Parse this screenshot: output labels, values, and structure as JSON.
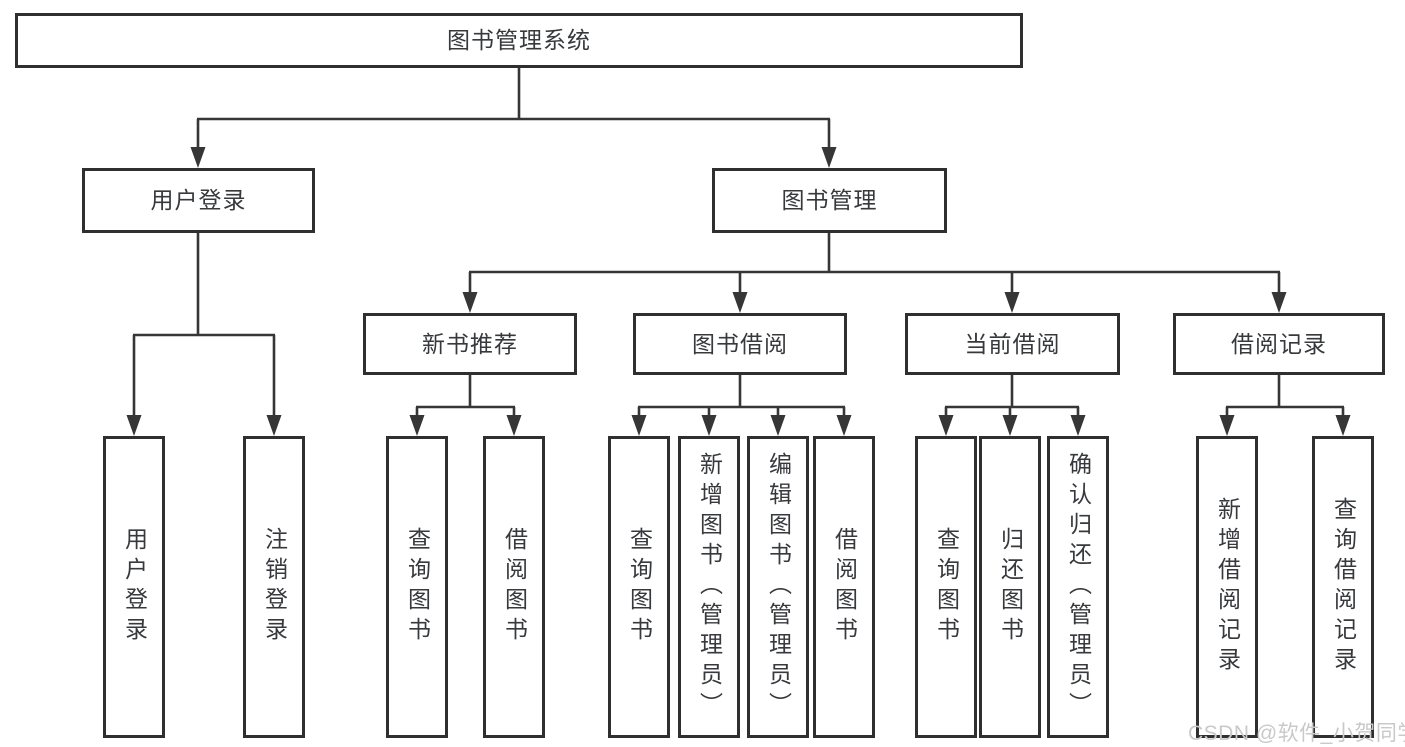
{
  "diagram": {
    "root": {
      "label": "图书管理系统"
    },
    "branches": [
      {
        "label": "用户登录",
        "children": [
          {
            "label": "用户登录"
          },
          {
            "label": "注销登录"
          }
        ]
      },
      {
        "label": "图书管理",
        "children": [
          {
            "label": "新书推荐",
            "children": [
              {
                "label": "查询图书"
              },
              {
                "label": "借阅图书"
              }
            ]
          },
          {
            "label": "图书借阅",
            "children": [
              {
                "label": "查询图书"
              },
              {
                "label": "新增图书（管理员）"
              },
              {
                "label": "编辑图书（管理员）"
              },
              {
                "label": "借阅图书"
              }
            ]
          },
          {
            "label": "当前借阅",
            "children": [
              {
                "label": "查询图书"
              },
              {
                "label": "归还图书"
              },
              {
                "label": "确认归还（管理员）"
              }
            ]
          },
          {
            "label": "借阅记录",
            "children": [
              {
                "label": "新增借阅记录"
              },
              {
                "label": "查询借阅记录"
              }
            ]
          }
        ]
      }
    ]
  },
  "watermark": {
    "text": "CSDN @软件_小贺同学"
  },
  "colors": {
    "line": "#363636",
    "box_border": "#2f2f2f",
    "text": "#37393d",
    "watermark": "#c9c9c9",
    "background": "#ffffff"
  }
}
